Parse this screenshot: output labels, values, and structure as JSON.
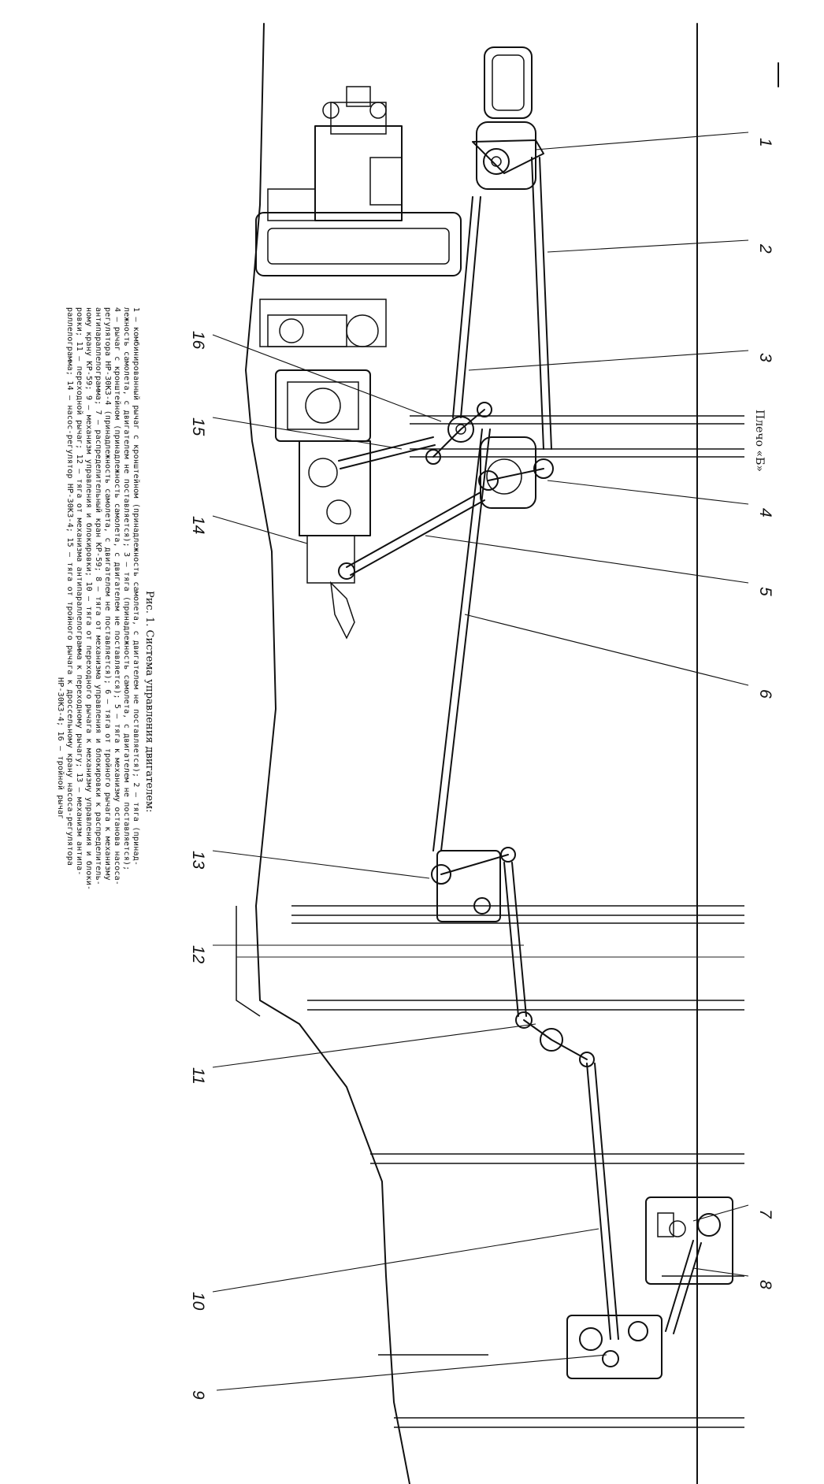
{
  "figure": {
    "callouts": [
      "1",
      "2",
      "3",
      "4",
      "5",
      "6",
      "7",
      "8",
      "9",
      "10",
      "11",
      "12",
      "13",
      "14",
      "15",
      "16"
    ],
    "shoulder_label": "Плечо «Б»",
    "caption_title": "Рис. 1. Система управления двигателем:",
    "caption_lines": [
      "1 — комбинированный рычаг с кронштейном (принадлежность самолета, с двигателем не поставляется); 2 — тяга (принад-",
      "лежность самолета, с двигателем не поставляется); 3 — тяга (принадлежность самолета, с двигателем не поставляется);",
      "4 — рычаг с кронштейном (принадлежность самолета, с двигателем не поставляется); 5 — тяга к механизму останова насоса-",
      "регулятора НР-30КЗ-4 (принадлежность самолета, с двигателем не поставляется); 6 — тяга от тройного рычага к механизму",
      "антипараллелограмма; 7 — распределительный кран КР-59; 8 — тяга от механизма управления и блокировки к распределитель-",
      "ному крану КР-59; 9 — механизм управления и блокировки; 10 — тяга от переходного рычага к механизму управления и блоки-",
      "ровки; 11 — переходной рычаг; 12 — тяга от механизма антипараллелограмма к переходному рычагу; 13 — механизм антипа-",
      "раллелограмма; 14 — насос-регулятор НР-30КЗ-4; 15 — тяга от тройного рычага к дроссельному крану насоса-регулятора",
      "НР-30КЗ-4; 16 — тройной рычаг"
    ]
  }
}
